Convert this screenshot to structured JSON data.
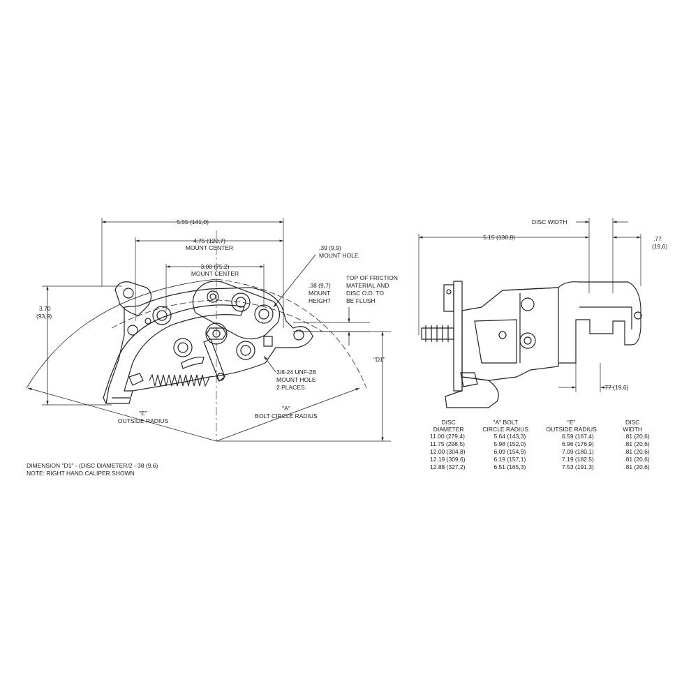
{
  "front_view": {
    "overall_width": "5.55 (141,0)",
    "mount_center_outer": "4.75 (120,7)",
    "mount_center_outer_label": "MOUNT CENTER",
    "mount_center_inner": "3.00 (75,2)",
    "mount_center_inner_label": "MOUNT CENTER",
    "mount_hole_dim": ".39 (9,9)",
    "mount_hole_label": "MOUNT HOLE",
    "height_in": "3.70",
    "height_mm": "(93,9)",
    "mount_height_dim": ".38 (9,7)",
    "mount_height_l1": "MOUNT",
    "mount_height_l2": "HEIGHT",
    "friction_note": [
      "TOP OF FRICTION",
      "MATERIAL AND",
      "DISC O.D. TO",
      "BE FLUSH"
    ],
    "d1_label": "\"D1\"",
    "thread_note": [
      "3/8-24 UNF-2B",
      "MOUNT HOLE",
      "2 PLACES"
    ],
    "e_label": "\"E\"",
    "e_caption": "OUTSIDE RADIUS",
    "a_label": "\"A\"",
    "a_caption": "BOLT CIRCLE RADIUS"
  },
  "notes": {
    "line1": "DIMENSION \"D1\" - (DISC DIAMETER/2 - 38 (9,6)",
    "line2": "NOTE: RIGHT HAND CALIPER SHOWN"
  },
  "side_view": {
    "disc_width_label": "DISC WIDTH",
    "overall_width": "5.15 (130,8)",
    "offset_in": ".77",
    "offset_mm": "(19,6)",
    "bottom_offset": ".77 (19,6)"
  },
  "table": {
    "headers": [
      [
        "DISC",
        "DIAMETER"
      ],
      [
        "\"A\" BOLT",
        "CIRCLE RADIUS"
      ],
      [
        "\"E\"",
        "OUTSIDE RADIUS"
      ],
      [
        "DISC",
        "WIDTH"
      ]
    ],
    "rows": [
      [
        "11.00  (279,4)",
        "5.64  (143,3)",
        "6.59  (167,4)",
        ".81  (20,6)"
      ],
      [
        "11.75  (298,5)",
        "5.98  (152,0)",
        "6.96  (176,9)",
        ".81  (20,6)"
      ],
      [
        "12.00  (304,8)",
        "6.09  (154,9)",
        "7.09  (180,1)",
        ".81  (20,6)"
      ],
      [
        "12.19  (309,6)",
        "6.19  (157,1)",
        "7.19  (182,5)",
        ".81  (20,6)"
      ],
      [
        "12.88  (327,2)",
        "6.51  (165,3)",
        "7.53  (191,3)",
        ".81  (20,6)"
      ]
    ]
  }
}
